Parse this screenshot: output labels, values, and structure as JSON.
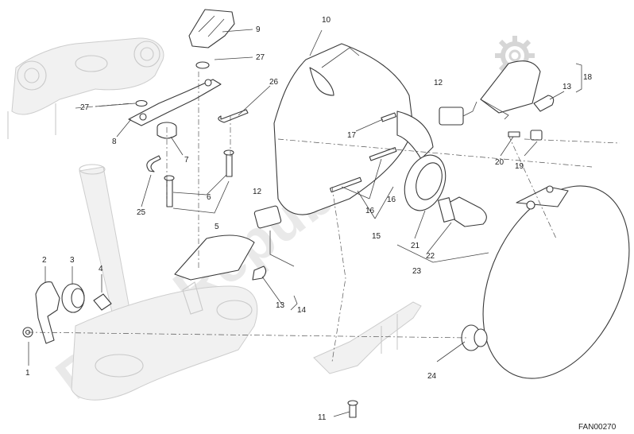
{
  "diagram": {
    "code": "FAN00270",
    "watermark": "PartsRepublik",
    "callouts": [
      "1",
      "2",
      "3",
      "4",
      "5",
      "6",
      "7",
      "8",
      "9",
      "10",
      "11",
      "12",
      "12",
      "13",
      "13",
      "14",
      "15",
      "16",
      "16",
      "17",
      "18",
      "19",
      "20",
      "21",
      "22",
      "23",
      "24",
      "25",
      "26",
      "27",
      "27"
    ]
  }
}
